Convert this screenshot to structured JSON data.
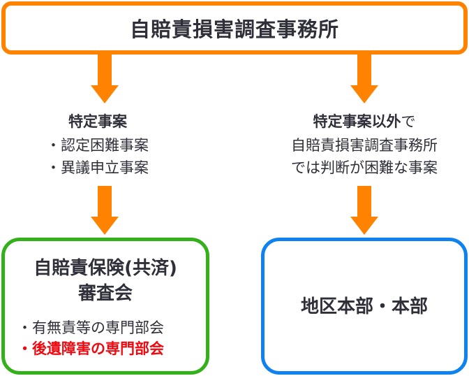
{
  "colors": {
    "orange": "#ff8200",
    "green": "#33b01a",
    "blue": "#1082f0",
    "red": "#ee0a10",
    "text": "#2f2f3a"
  },
  "top": {
    "title": "自賠責損害調査事務所"
  },
  "left_branch": {
    "heading": "特定事案",
    "items": [
      "・認定困難事案",
      "・異議申立事案"
    ]
  },
  "right_branch": {
    "heading_bold": "特定事案以外",
    "heading_tail": "で",
    "line2": "自賠責損害調査事務所",
    "line3": "では判断が困難な事案"
  },
  "green_box": {
    "title_line1": "自賠責保険(共済)",
    "title_line2": "審査会",
    "items": [
      {
        "text": "・有無責等の専門部会",
        "highlight": false
      },
      {
        "text": "・後遺障害の専門部会",
        "highlight": true
      }
    ]
  },
  "blue_box": {
    "title": "地区本部・本部"
  }
}
